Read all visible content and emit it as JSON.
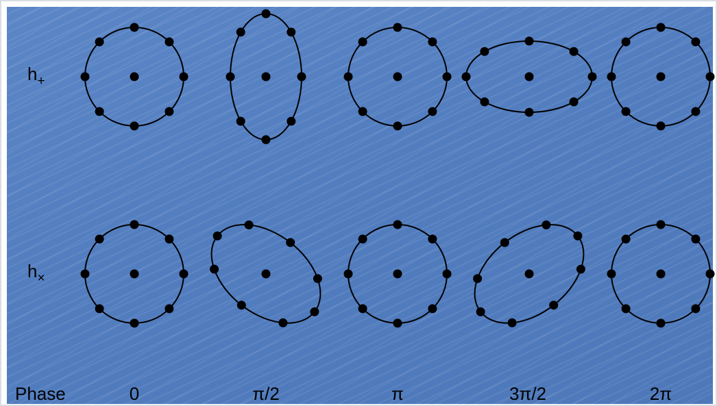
{
  "row_labels": {
    "plus": {
      "base": "h",
      "sub": "+"
    },
    "cross": {
      "base": "h",
      "sub": "×"
    }
  },
  "phase": {
    "label": "Phase",
    "values": [
      "0",
      "π/2",
      "π",
      "3π/2",
      "2π"
    ]
  },
  "colors": {
    "background": "#5580c2",
    "ring": "#000000",
    "particles": "#000000"
  }
}
